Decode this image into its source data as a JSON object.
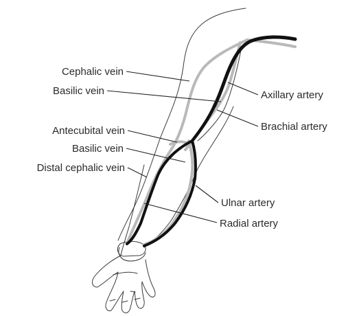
{
  "labels": {
    "cephalic_vein": "Cephalic vein",
    "basilic_vein_upper": "Basilic vein",
    "antecubital_vein": "Antecubital vein",
    "basilic_vein_lower": "Basilic vein",
    "distal_cephalic_vein": "Distal cephalic vein",
    "axillary_artery": "Axillary artery",
    "brachial_artery": "Brachial artery",
    "ulnar_artery": "Ulnar artery",
    "radial_artery": "Radial artery"
  },
  "colors": {
    "artery": "#111111",
    "vein": "#b9b9b9",
    "outline": "#3a3a3a",
    "text": "#2a2a2a"
  }
}
